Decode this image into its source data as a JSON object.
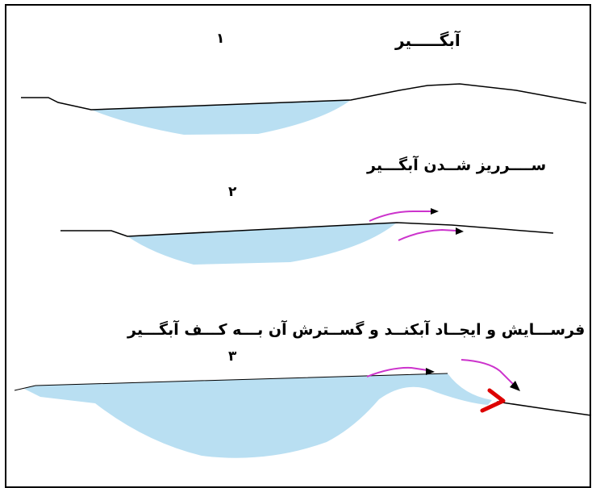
{
  "stages": [
    {
      "number": "١",
      "title": "آبگـــــیر"
    },
    {
      "number": "٢",
      "title": "ســــرریز شــدن آبگـــیر"
    },
    {
      "number": "٣",
      "title": "فرســـایش و ایجــاد آبکنــد و گســترش آن بـــه کـــف آبگـــیر"
    }
  ],
  "colors": {
    "water": "#b9dff2",
    "flow_arrow": "#cc33cc",
    "arrow_head": "#000000",
    "erosion_mark": "#dd0000",
    "ground_line": "#000000"
  }
}
